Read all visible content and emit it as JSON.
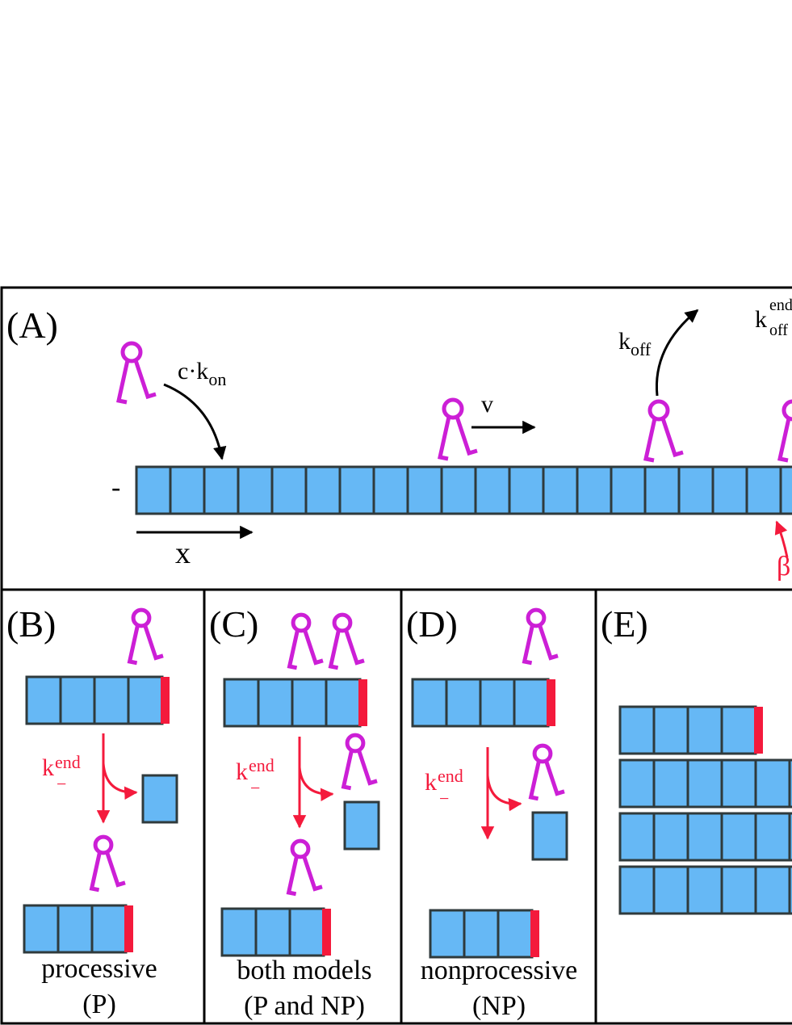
{
  "panels": {
    "A": {
      "label": "(A)",
      "minus_end": "-",
      "x_axis": "x",
      "binding_rate": {
        "base": "c·k",
        "sub": "on"
      },
      "velocity": "v",
      "unbinding_rate": {
        "base": "k",
        "sub": "off"
      },
      "end_unbinding_rate": {
        "base": "k",
        "sub": "off",
        "sup": "end"
      },
      "depoly_partial": "β"
    },
    "B": {
      "label": "(B)",
      "rate": {
        "base": "k",
        "sub": "−",
        "sup": "end"
      },
      "caption_line1": "processive",
      "caption_line2": "(P)"
    },
    "C": {
      "label": "(C)",
      "rate": {
        "base": "k",
        "sub": "−",
        "sup": "end"
      },
      "caption_line1": "both models",
      "caption_line2": "(P and NP)"
    },
    "D": {
      "label": "(D)",
      "rate": {
        "base": "k",
        "sub": "−",
        "sup": "end"
      },
      "caption_line1": "nonprocessive",
      "caption_line2": "(NP)"
    },
    "E": {
      "label": "(E)"
    }
  },
  "colors": {
    "tubulin": "#66b8f5",
    "outline": "#2f3a3c",
    "motor": "#cc1fd6",
    "end_cap": "#f41a3c",
    "rate_red": "#f41a3c",
    "frame": "#000000"
  }
}
